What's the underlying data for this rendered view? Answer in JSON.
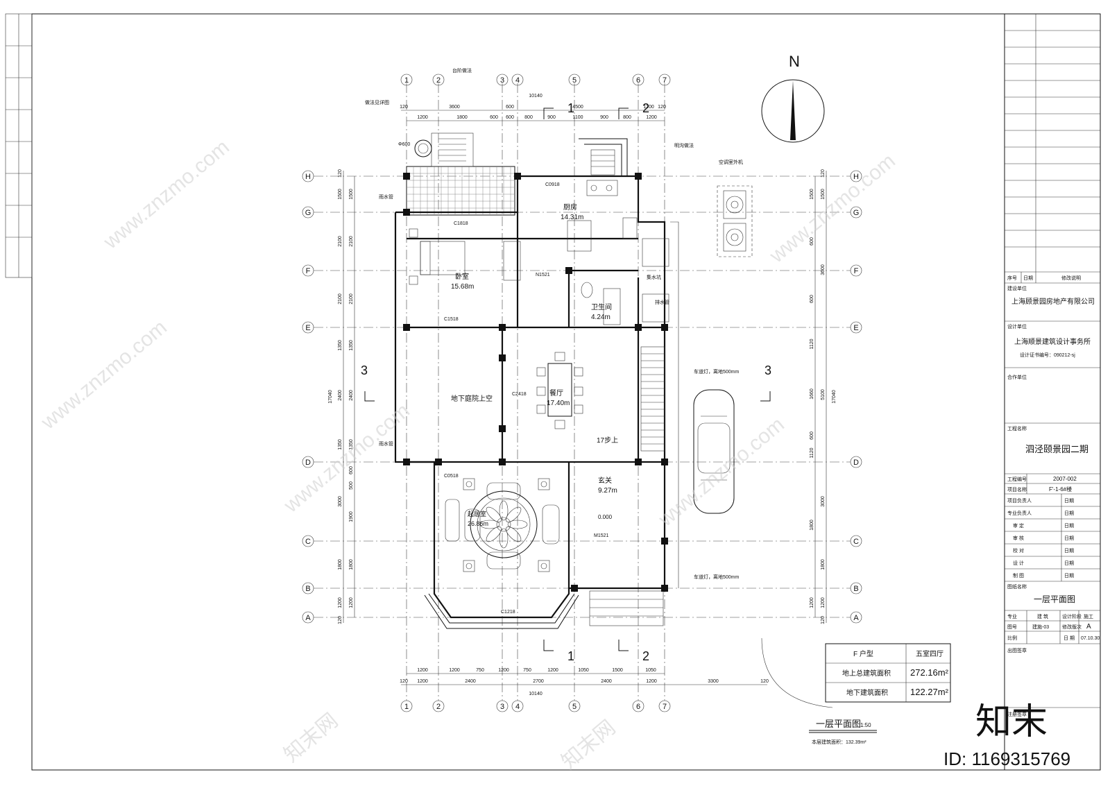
{
  "north_label": "N",
  "grid_cols": [
    "1",
    "2",
    "3",
    "4",
    "5",
    "6",
    "7"
  ],
  "grid_rows": [
    "H",
    "G",
    "F",
    "E",
    "D",
    "C",
    "B",
    "A"
  ],
  "dims_top_total": "10140",
  "dims_top_1": [
    "120",
    "3600",
    "600",
    "4500",
    "1200",
    "120"
  ],
  "dims_top_2": [
    "1200",
    "1800",
    "600",
    "600",
    "800",
    "900",
    "1100",
    "900",
    "800",
    "1200"
  ],
  "dims_bottom_total": "10140",
  "dims_bottom_1": [
    "120",
    "1200",
    "2400",
    "2700",
    "2400",
    "1200",
    "3300",
    "120"
  ],
  "dims_bottom_2": [
    "1200",
    "1200",
    "750",
    "1200",
    "750",
    "1200",
    "1050",
    "1500",
    "1050"
  ],
  "dims_left_total": "17040",
  "dims_left_1": [
    "120",
    "1500",
    "2100",
    "2100",
    "1350",
    "2400",
    "1350",
    "3000",
    "1800",
    "1200",
    "120"
  ],
  "dims_left_2": [
    "1500",
    "2100",
    "2100",
    "1350",
    "2400",
    "1350",
    "600",
    "500",
    "1900",
    "1800",
    "1200"
  ],
  "dims_right_total": "17040",
  "dims_right_1": [
    "120",
    "1500",
    "3600",
    "5100",
    "3000",
    "1800",
    "1200",
    "120"
  ],
  "dims_right_2": [
    "1500",
    "600",
    "600",
    "1120",
    "1660",
    "600",
    "1120",
    "1800",
    "1200"
  ],
  "rooms": [
    {
      "name": "厨房",
      "area": "14.31m"
    },
    {
      "name": "卧室",
      "area": "15.68m"
    },
    {
      "name": "卫生间",
      "area": "4.24m"
    },
    {
      "name": "餐厅",
      "area": "17.40m"
    },
    {
      "name": "地下庭院上空",
      "area": ""
    },
    {
      "name": "起居室",
      "area": "26.86m"
    },
    {
      "name": "玄关",
      "area": "9.27m"
    }
  ],
  "annotations": {
    "stair_note": "台阶做法",
    "downspout_note": "做法见详图",
    "stair_up": "17步上",
    "drain_pipe1": "雨水管",
    "drain_pipe2": "雨水管",
    "trench_note": "明沟做法",
    "ac_unit": "空调室外机",
    "collect_well": "集水坑",
    "drain_well": "排水管",
    "car_light1": "车道灯，离地500mm",
    "car_light2": "车道灯，离地500mm",
    "level": "0.000",
    "window_c0918": "C0918",
    "window_c1818": "C1818",
    "window_c1518": "C1518",
    "window_c1218": "C1218",
    "window_c2418": "C2418",
    "window_c0518": "C0518",
    "door_m1521": "M1521",
    "door_n1521": "N1521",
    "section_1": "1",
    "section_2": "2",
    "section_3": "3",
    "dia": "Φ600"
  },
  "area_table": {
    "header": [
      "F 户型",
      "五室四厅"
    ],
    "rows": [
      {
        "label": "地上总建筑面积",
        "value": "272.16m²"
      },
      {
        "label": "地下建筑面积",
        "value": "122.27m²"
      }
    ]
  },
  "drawing_title": "一层平面图",
  "drawing_scale": "1:50",
  "floor_area_note": "本层建筑面积：132.39m²",
  "title_block": {
    "rev_headers": [
      "序号",
      "日期",
      "修改说明"
    ],
    "client_label": "建设单位",
    "client": "上海顾景园房地产有限公司",
    "designer_label": "设计单位",
    "designer": "上海顺景建筑设计事务所",
    "cert": "设计证书编号：090212-sj",
    "partner_label": "合作单位",
    "project_label": "工程名称",
    "project": "泗泾颐景园二期",
    "project_no_label": "工程编号",
    "project_no": "2007-002",
    "item_label": "项目名称",
    "item": "F'-1-6#楼",
    "roles": [
      "项目负责人",
      "专业负责人",
      "审  定",
      "审  核",
      "校  对",
      "设  计",
      "制  图"
    ],
    "date_label": "日期",
    "drawing_name_label": "图纸名称",
    "drawing_name": "一层平面图",
    "discipline_label": "专业",
    "discipline": "建 筑",
    "stage_label": "设计阶段",
    "stage": "施工",
    "sheet_no_label": "图号",
    "sheet_no": "建施-03",
    "rev_label": "修改版次",
    "rev": "A",
    "scale_label": "比例",
    "date_label2": "日 期",
    "date": "07.10.30",
    "stamp_label": "出图签章",
    "reg_label": "注册签章"
  },
  "watermarks": [
    "www.znzmo.com",
    "知末网"
  ],
  "brand": "知末",
  "id_text": "ID: 1169315769"
}
